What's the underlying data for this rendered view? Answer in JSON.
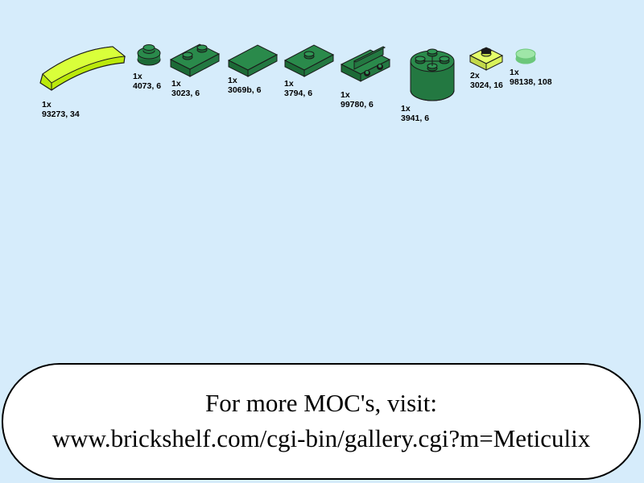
{
  "parts": [
    {
      "id": "part-93273",
      "qty": "1x",
      "label": "93273, 34",
      "color": "#bbe90b",
      "icon": "curved-slope-icon"
    },
    {
      "id": "part-4073",
      "qty": "1x",
      "label": "4073, 6",
      "color": "#237841",
      "icon": "round-plate-icon"
    },
    {
      "id": "part-3023",
      "qty": "1x",
      "label": "3023, 6",
      "color": "#237841",
      "icon": "plate-1x2-icon"
    },
    {
      "id": "part-3069b",
      "qty": "1x",
      "label": "3069b, 6",
      "color": "#237841",
      "icon": "tile-1x2-icon"
    },
    {
      "id": "part-3794",
      "qty": "1x",
      "label": "3794, 6",
      "color": "#237841",
      "icon": "jumper-plate-icon"
    },
    {
      "id": "part-99780",
      "qty": "1x",
      "label": "99780, 6",
      "color": "#237841",
      "icon": "bracket-inverted-icon"
    },
    {
      "id": "part-3941",
      "qty": "1x",
      "label": "3941, 6",
      "color": "#237841",
      "icon": "round-brick-2x2-icon"
    },
    {
      "id": "part-3024",
      "qty": "2x",
      "label": "3024, 16",
      "color": "#d9f35a",
      "icon": "plate-1x1-icon"
    },
    {
      "id": "part-98138",
      "qty": "1x",
      "label": "98138, 108",
      "color": "#84d68d",
      "icon": "round-tile-icon"
    }
  ],
  "banner": {
    "line1": "For more MOC's, visit:",
    "line2": "www.brickshelf.com/cgi-bin/gallery.cgi?m=Meticulix"
  }
}
